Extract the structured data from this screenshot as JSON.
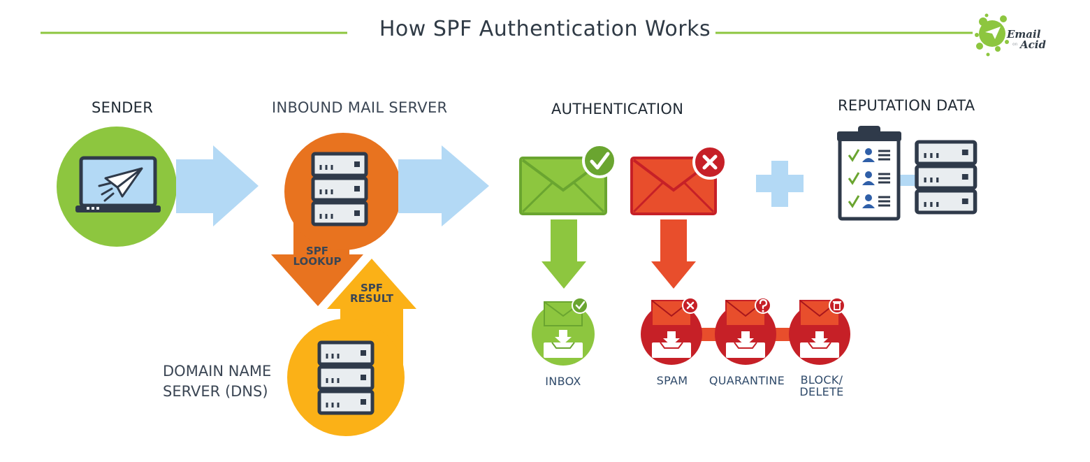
{
  "title": "How SPF Authentication Works",
  "logo": {
    "line1": "Email",
    "line2": "on",
    "line3": "Acid"
  },
  "steps": {
    "sender": "SENDER",
    "inbound": "INBOUND MAIL SERVER",
    "authentication": "AUTHENTICATION",
    "reputation": "REPUTATION DATA",
    "dns_line1": "DOMAIN NAME",
    "dns_line2": "SERVER (DNS)"
  },
  "arrows": {
    "lookup_line1": "SPF",
    "lookup_line2": "LOOKUP",
    "result_line1": "SPF",
    "result_line2": "RESULT"
  },
  "outcomes": {
    "inbox": "INBOX",
    "spam": "SPAM",
    "quarantine": "QUARANTINE",
    "block_line1": "BLOCK/",
    "block_line2": "DELETE"
  },
  "colors": {
    "green": "#8dc63f",
    "green_dark": "#6aa530",
    "orange": "#e8731f",
    "yellow": "#fbb117",
    "red": "#c62027",
    "red_light": "#e84e2c",
    "light_blue": "#b3d9f5",
    "navy": "#2f3a4a",
    "server_fill": "#e9edf0"
  },
  "icons": [
    "laptop-icon",
    "paper-plane-icon",
    "server-icon",
    "envelope-icon",
    "check-badge-icon",
    "x-badge-icon",
    "question-badge-icon",
    "trash-badge-icon",
    "inbox-tray-icon",
    "clipboard-icon",
    "user-icon",
    "plus-icon"
  ]
}
